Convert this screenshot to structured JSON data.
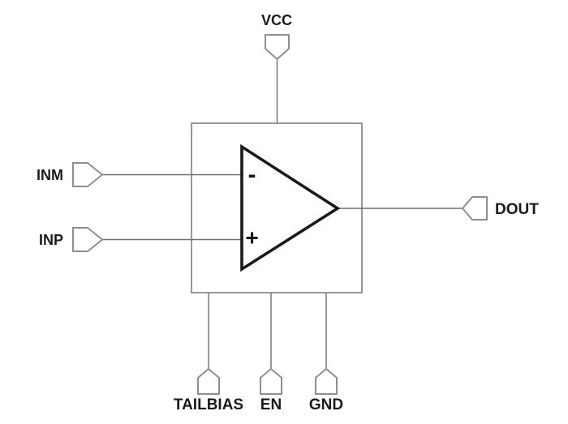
{
  "diagram": {
    "type": "schematic-symbol",
    "component": "comparator-opamp",
    "pins": {
      "vcc": {
        "label": "VCC",
        "side": "top"
      },
      "inm": {
        "label": "INM",
        "side": "left",
        "polarity": "inverting"
      },
      "inp": {
        "label": "INP",
        "side": "left",
        "polarity": "noninverting"
      },
      "dout": {
        "label": "DOUT",
        "side": "right"
      },
      "tailbias": {
        "label": "TAILBIAS",
        "side": "bottom"
      },
      "en": {
        "label": "EN",
        "side": "bottom"
      },
      "gnd": {
        "label": "GND",
        "side": "bottom"
      }
    },
    "opamp": {
      "inverting_input_symbol": "-",
      "noninverting_input_symbol": "+"
    }
  },
  "colors": {
    "background": "#ffffff",
    "wire": "#6e6e6e",
    "pin_outline": "#8f8f8f",
    "body_outline": "#7f7f7f",
    "triangle": "#1a1a1a",
    "label_text": "#1a1a1a"
  }
}
